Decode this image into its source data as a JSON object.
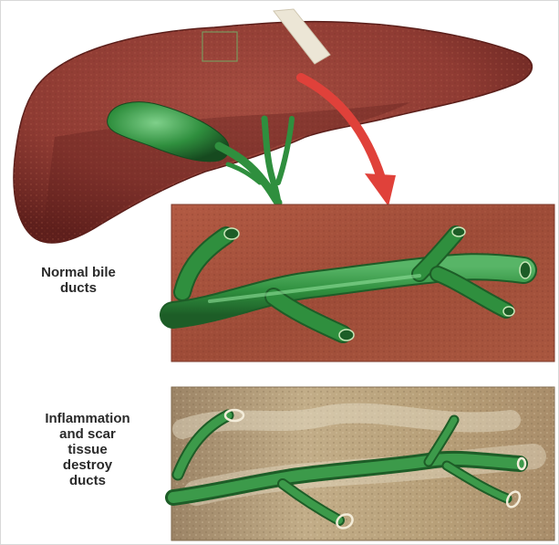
{
  "labels": {
    "normal": [
      "Normal bile",
      "ducts"
    ],
    "damaged": [
      "Inflammation",
      "and scar",
      "tissue",
      "destroy",
      "ducts"
    ]
  },
  "colors": {
    "liver": "#8f3b33",
    "liver_dark": "#5e1f1c",
    "bile_duct": "#2f8f3e",
    "bile_duct_dark": "#1d5d27",
    "arrow": "#e0413a",
    "ligament": "#ece6d6",
    "normal_tissue": "#a5523d",
    "scarred_tissue": "#b59a73",
    "scar_white": "#e6ddc8"
  },
  "icons": [
    "liver-illustration",
    "gallbladder",
    "red-pointer-arrow",
    "bile-duct-branch",
    "duct-opening"
  ]
}
